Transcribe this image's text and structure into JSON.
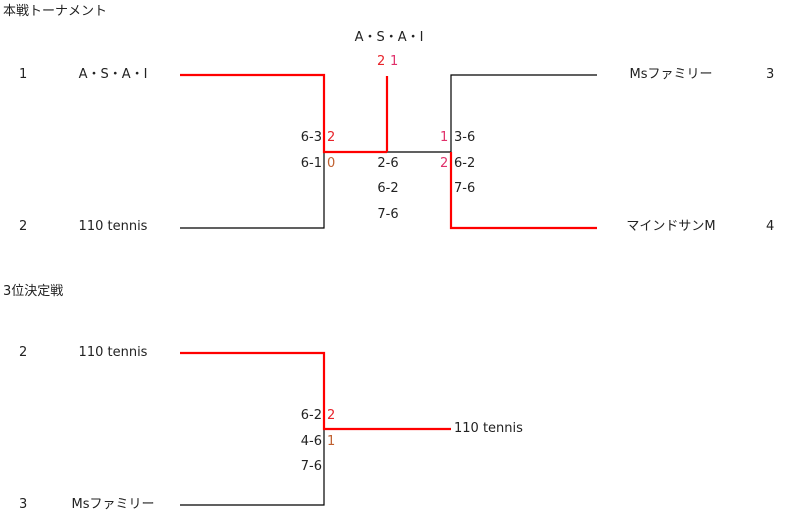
{
  "main": {
    "title": "本戦トーナメント",
    "seeds": [
      "1",
      "2",
      "3",
      "4"
    ],
    "teams": [
      "A・S・A・I",
      "110 tennis",
      "Msファミリー",
      "マインドサンM"
    ],
    "winner": "A・S・A・I",
    "final_sets_left": "2",
    "final_sets_right": "1",
    "sf1": {
      "scores": [
        "6-3",
        "6-1"
      ],
      "sets": [
        "2",
        "0"
      ]
    },
    "sf2": {
      "scores": [
        "3-6",
        "6-2",
        "7-6"
      ],
      "sets": [
        "1",
        "2"
      ]
    },
    "final_scores": [
      "2-6",
      "6-2",
      "7-6"
    ]
  },
  "third": {
    "title": "3位決定戦",
    "seeds": [
      "2",
      "3"
    ],
    "teams": [
      "110 tennis",
      "Msファミリー"
    ],
    "winner": "110 tennis",
    "scores": [
      "6-2",
      "4-6",
      "7-6"
    ],
    "sets": [
      "2",
      "1"
    ]
  },
  "colors": {
    "win_line": "#ff0000",
    "lose_line": "#000000"
  }
}
